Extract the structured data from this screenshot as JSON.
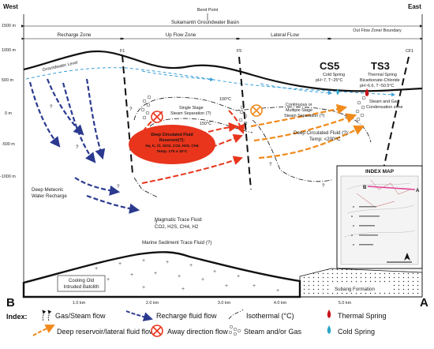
{
  "orientation": {
    "west": "West",
    "east": "East"
  },
  "bend_point": "Bend Point",
  "basin_label": "Sukamantri Groundwater Basin",
  "zones": [
    "Recharge Zone",
    "Up Flow Zone",
    "Lateral FLow",
    "Out Flow Zone/ Boundary"
  ],
  "faults": [
    "F1",
    "F5",
    "CF1"
  ],
  "elevation_ticks": [
    "1500 m",
    "1000 m",
    "500 m",
    "0 m",
    "-500 m",
    "-1000 m"
  ],
  "distance_ticks": [
    "1.0 km",
    "2.0 km",
    "3.0 km",
    "4.0 km",
    "5.0 km"
  ],
  "section_ends": {
    "left": "B",
    "right": "A"
  },
  "springs": {
    "cs5": {
      "name": "CS5",
      "line1": "Cold Spring",
      "line2": "pH~7, T~25°C"
    },
    "ts3": {
      "name": "TS3",
      "line1": "Thermal Spring",
      "line2": "Bicarbonate-Chloride",
      "line3": "pH~6.6, T~50.5°C"
    }
  },
  "labels": {
    "groundwater_level": "Groundwater Level",
    "single_stage_1": "Single Stage",
    "single_stage_2": "Steam Separation (?)",
    "continuous_1": "Continuous or",
    "continuous_2": "Multiple Stage",
    "continuous_3": "Steam Separation (?)",
    "steam_gas_1": "Steam and Gas",
    "steam_gas_2": "Condensation zone",
    "iso_100": "100°C",
    "iso_150": "150°C",
    "reservoir_1": "Deep Circulated Fluid",
    "reservoir_2": "Reservoir(?):",
    "reservoir_3": "Na, K, Cl, SiO2, CO2, H2S, CH4",
    "reservoir_4": "Temp. 170 ± 10°C",
    "deep_fluid_1": "Deep Circulated Fluid (?):",
    "deep_fluid_2": "Temp: <200°C",
    "meteoric_1": "Deep Meteoric",
    "meteoric_2": "Water Recharge",
    "magmatic_1": "Magmatic Trace Fluid:",
    "magmatic_2": "CO2, H2S, CH4, H2",
    "marine": "Marine Sediment Trace Fluid (?)",
    "batolith_1": "Cooling Old",
    "batolith_2": "Intruded Batolith",
    "subang": "Subang Formation",
    "question": "?"
  },
  "index_map": {
    "title": "INDEX MAP",
    "point_b": "B",
    "point_a": "A"
  },
  "legend": {
    "title": "Index:",
    "items": [
      "Gas/Steam flow",
      "Recharge fluid flow",
      "Isothermal (°C)",
      "Thermal Spring",
      "Deep reservoir/lateral fluid flow",
      "Away direction flow",
      "Steam and/or Gas",
      "Cold Spring"
    ]
  },
  "colors": {
    "recharge": "#2b3a8f",
    "deep_flow": "#f08a1c",
    "reservoir": "#e8351c",
    "groundwater": "#3aa0d8",
    "thermal_spring": "#c8161d",
    "cold_spring": "#2aa6c9"
  }
}
